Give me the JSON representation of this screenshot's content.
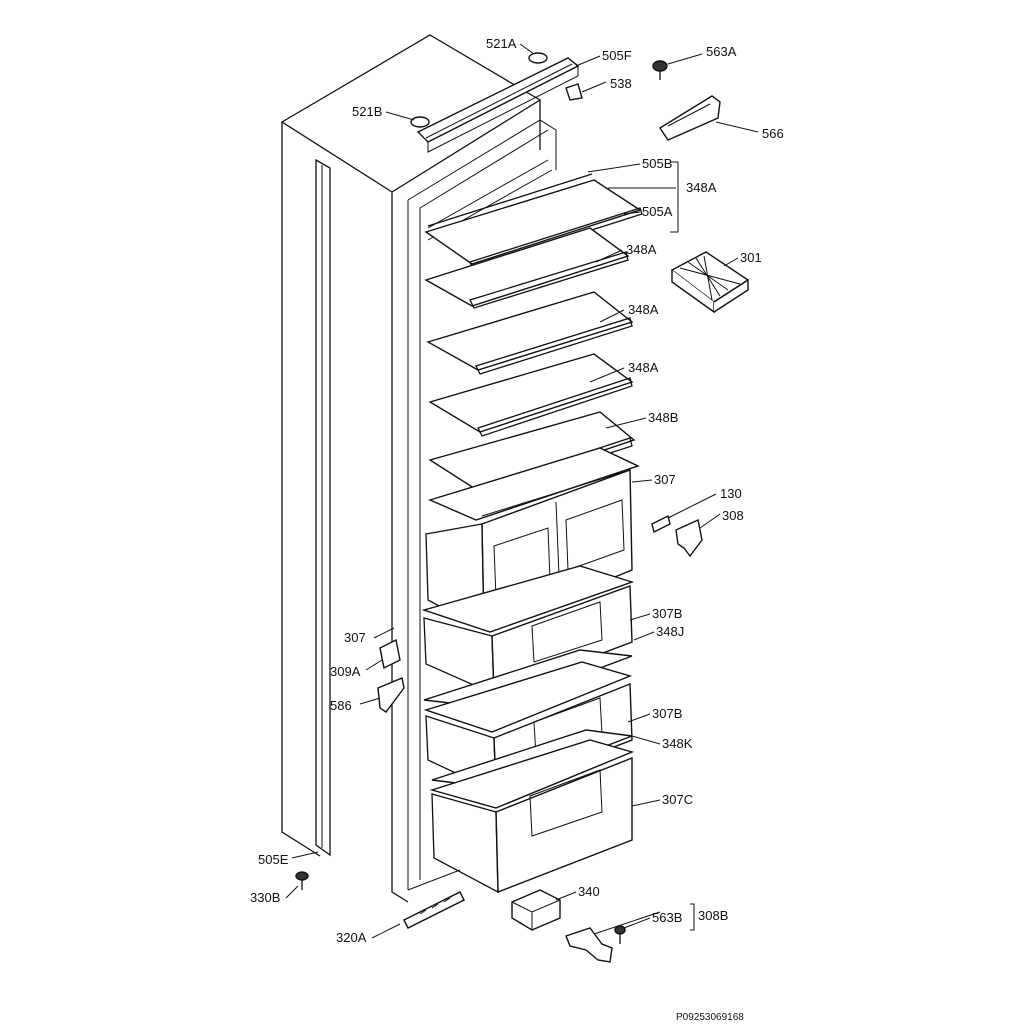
{
  "labels": {
    "l521a": "521A",
    "l505f": "505F",
    "l563a": "563A",
    "l538": "538",
    "l521b": "521B",
    "l566": "566",
    "l505b": "505B",
    "l348a_top": "348A",
    "l505a": "505A",
    "l348a_1": "348A",
    "l301": "301",
    "l348a_2": "348A",
    "l348a_3": "348A",
    "l348b": "348B",
    "l307_right": "307",
    "l130": "130",
    "l308": "308",
    "l307_left": "307",
    "l307b_1": "307B",
    "l348j": "348J",
    "l309a": "309A",
    "l586": "586",
    "l307b_2": "307B",
    "l348k": "348K",
    "l307c": "307C",
    "l505e": "505E",
    "l330b": "330B",
    "l340": "340",
    "l563b": "563B",
    "l308b": "308B",
    "l320a": "320A"
  },
  "diagram_code": "P09253069168"
}
